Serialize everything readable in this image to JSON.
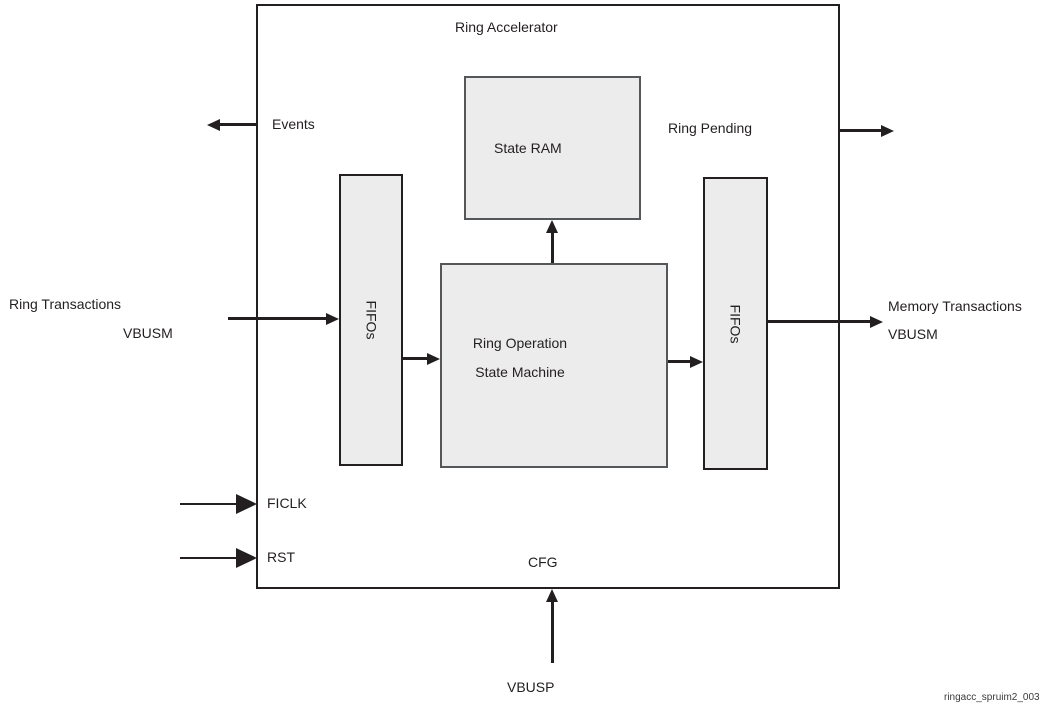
{
  "diagram": {
    "title": "Ring Accelerator",
    "caption": "ringacc_spruim2_003",
    "blocks": {
      "state_ram": "State RAM",
      "ring_operation_line1": "Ring Operation",
      "ring_operation_line2": "State Machine",
      "fifo_label": "FIFOs"
    },
    "labels": {
      "events": "Events",
      "ring_pending": "Ring Pending",
      "ring_transactions": "Ring Transactions",
      "ring_transactions_bus": "VBUSM",
      "memory_transactions": "Memory Transactions",
      "memory_transactions_bus": "VBUSM",
      "ficlk": "FICLK",
      "rst": "RST",
      "cfg": "CFG",
      "vbusp": "VBUSP"
    },
    "colors": {
      "block_fill": "#ececec",
      "dark_border": "#231f20",
      "inner_border": "#55585a",
      "arrow": "#231f20",
      "text": "#231f20",
      "background": "#ffffff"
    }
  }
}
